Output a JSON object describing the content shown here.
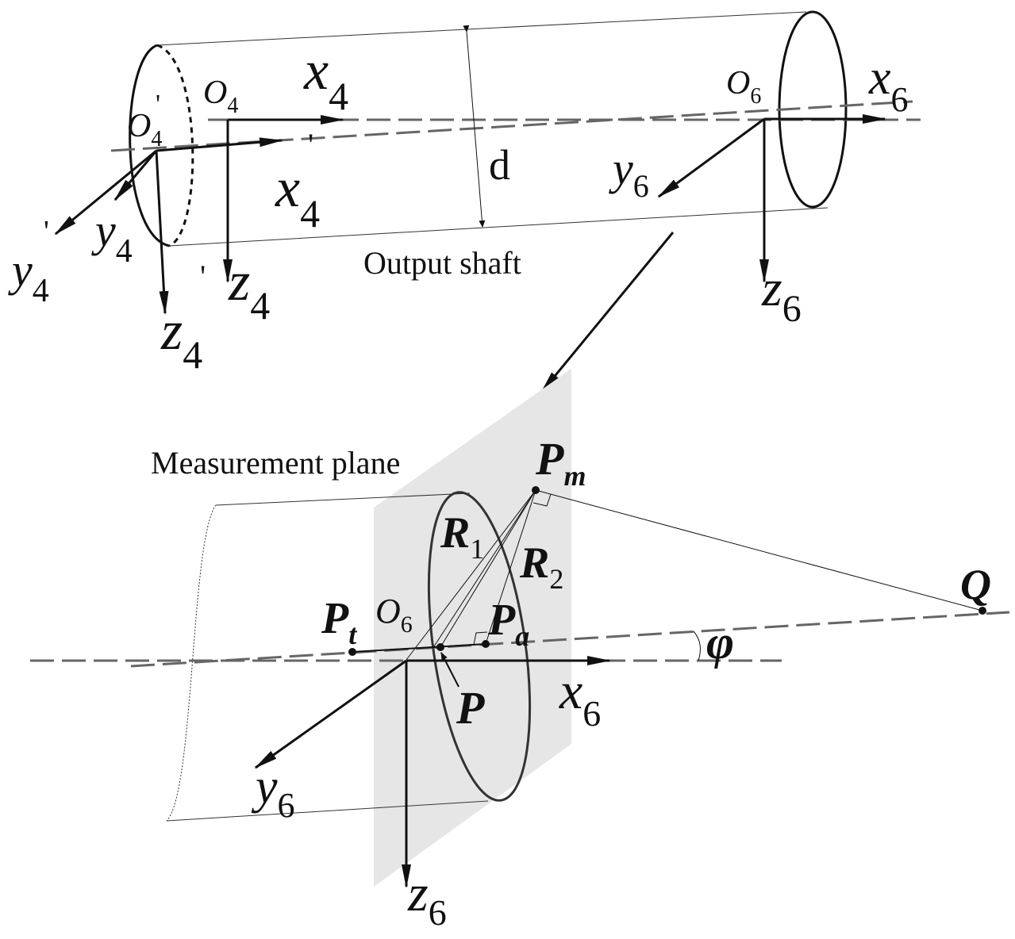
{
  "upper": {
    "caption": "Output shaft",
    "dimension": "d",
    "frame4": {
      "origin": {
        "base": "O",
        "sub": "4"
      },
      "x": {
        "base": "x",
        "sub": "4"
      },
      "y": {
        "base": "y",
        "sub": "4"
      },
      "z": {
        "base": "z",
        "sub": "4"
      }
    },
    "frame4p": {
      "origin": {
        "base": "O",
        "sub": "4",
        "prime": "'"
      },
      "x": {
        "base": "x",
        "sub": "4",
        "prime": "'"
      },
      "y": {
        "base": "y",
        "sub": "4",
        "prime": "'"
      },
      "z": {
        "base": "z",
        "sub": "4",
        "prime": "'"
      }
    },
    "frame6": {
      "origin": {
        "base": "O",
        "sub": "6"
      },
      "x": {
        "base": "x",
        "sub": "6"
      },
      "y": {
        "base": "y",
        "sub": "6"
      },
      "z": {
        "base": "z",
        "sub": "6"
      }
    }
  },
  "lower": {
    "caption": "Measurement plane",
    "frame6": {
      "origin": {
        "base": "O",
        "sub": "6"
      },
      "x": {
        "base": "x",
        "sub": "6"
      },
      "y": {
        "base": "y",
        "sub": "6"
      },
      "z": {
        "base": "z",
        "sub": "6"
      }
    },
    "points": {
      "pm": {
        "base": "P",
        "sub": "m"
      },
      "pt": {
        "base": "P",
        "sub": "t"
      },
      "pa": {
        "base": "P",
        "sub": "a"
      },
      "p": "P",
      "q": "Q"
    },
    "radii": {
      "r1": {
        "base": "R",
        "sub": "1"
      },
      "r2": {
        "base": "R",
        "sub": "2"
      }
    },
    "angle": "φ"
  }
}
